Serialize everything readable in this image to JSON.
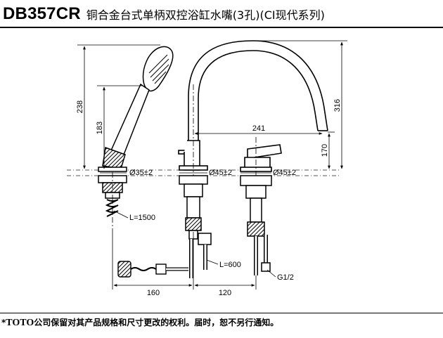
{
  "title": {
    "model": "DB357CR",
    "description": "铜合金台式单柄双控浴缸水嘴(3孔)(CI现代系列)"
  },
  "dimensions": {
    "shower_total_height": "238",
    "shower_handle_height": "183",
    "spout_height": "316",
    "spout_reach": "241",
    "lever_height": "170",
    "hole_left": "Ø35±2",
    "hole_middle": "Ø45±2",
    "hole_right": "Ø45±2",
    "hose_shower": "L=1500",
    "hose_supply": "L=600",
    "thread": "G1/2",
    "spacing_left": "160",
    "spacing_right": "120"
  },
  "footer": {
    "marker": "*",
    "brand": "TOTO",
    "notice": "公司保留对其产品规格和尺寸更改的权利。届时，恕不另行通知。"
  }
}
